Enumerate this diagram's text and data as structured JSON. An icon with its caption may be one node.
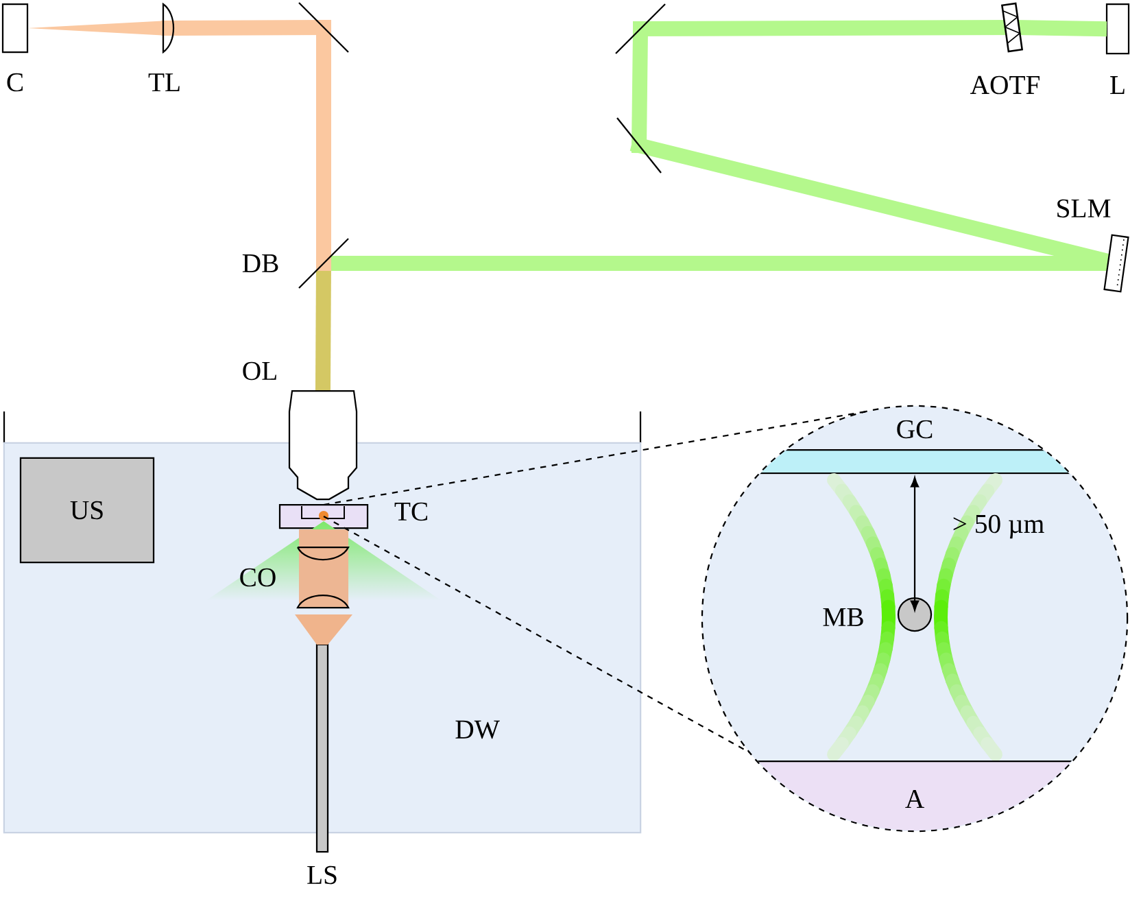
{
  "diagram": {
    "nodes": [
      {
        "text": [
          "C"
        ]
      },
      {
        "text": [
          "TL"
        ]
      },
      {
        "text": [],
        "shape": "mirror"
      },
      {
        "text": [],
        "shape": "mirror"
      },
      {
        "text": [],
        "shape": "mirror"
      },
      {
        "text": [
          "AOTF"
        ]
      },
      {
        "text": [
          "L"
        ]
      },
      {
        "text": [
          "SLM"
        ]
      },
      {
        "text": [
          "DB"
        ]
      },
      {
        "text": [
          "OL"
        ]
      },
      {
        "text": [
          "DW"
        ]
      },
      {
        "text": [
          "US"
        ],
        "in": 10
      },
      {
        "text": [
          "TC"
        ],
        "in": 10
      },
      {
        "text": [
          "CO"
        ],
        "in": 10
      },
      {
        "text": [
          "LS"
        ]
      },
      {
        "text": [],
        "shape": "circle"
      },
      {
        "text": [
          "GC"
        ],
        "in": 15
      },
      {
        "text": [
          "MB"
        ],
        "in": 15
      },
      {
        "text": [
          "A"
        ],
        "in": 15
      }
    ],
    "edges": [
      {
        "from": 6,
        "to": 5,
        "arrow": "none"
      },
      {
        "from": 5,
        "to": 3,
        "arrow": "none"
      },
      {
        "from": 3,
        "to": 4,
        "arrow": "none"
      },
      {
        "from": 4,
        "to": 7,
        "arrow": "none"
      },
      {
        "from": 7,
        "to": 8,
        "arrow": "none"
      },
      {
        "from": 8,
        "to": 9,
        "arrow": "none",
        "color": "#d4c864"
      },
      {
        "from": 8,
        "to": 2,
        "arrow": "none",
        "color": "#fbc8a0"
      },
      {
        "from": 2,
        "to": 1,
        "arrow": "none",
        "color": "#fbc8a0"
      },
      {
        "from": 1,
        "to": 0,
        "arrow": "none",
        "color": "#fbc8a0"
      },
      {
        "from": 14,
        "to": 13,
        "arrow": "none",
        "color": "#f0b48c"
      },
      {
        "from": 12,
        "to": 15,
        "arrow": "none",
        "style": "dashed",
        "color": "#000000"
      },
      {
        "from": 12,
        "to": 15,
        "arrow": "none",
        "style": "dashed",
        "color": "#000000"
      }
    ],
    "labels": [
      "> 50 µm"
    ]
  }
}
